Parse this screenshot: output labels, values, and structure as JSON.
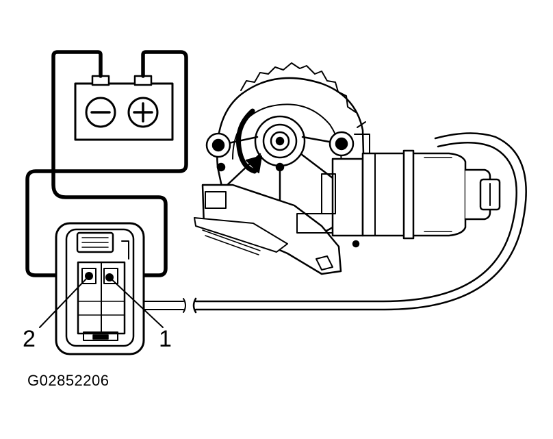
{
  "callouts": {
    "terminal_2": "2",
    "terminal_1": "1"
  },
  "figure_code": "G02852206",
  "battery": {
    "negative_symbol": "minus",
    "positive_symbol": "plus"
  },
  "colors": {
    "line": "#000000",
    "background": "#ffffff"
  }
}
